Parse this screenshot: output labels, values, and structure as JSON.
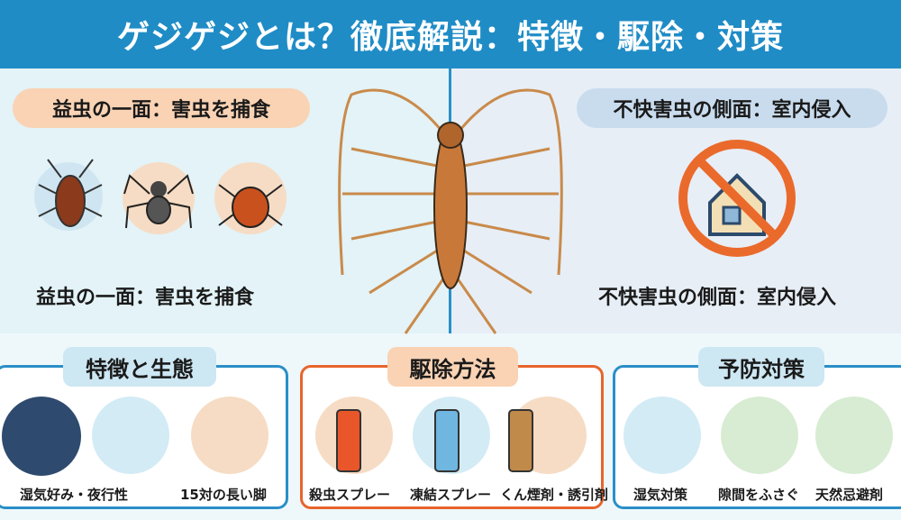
{
  "title": "ゲジゲジとは？徹底解説：特徴・駆除・対策",
  "left": {
    "pill": "益虫の一面：害虫を捕食",
    "caption": "益虫の一面：害虫を捕食"
  },
  "right": {
    "pill": "不快害虫の側面：室内侵入",
    "caption": "不快害虫の側面：室内侵入"
  },
  "sections": [
    {
      "title": "特徴と生態",
      "items": [
        "湿気好み・夜行性",
        "15対の長い脚"
      ]
    },
    {
      "title": "駆除方法",
      "items": [
        "殺虫スプレー",
        "凍結スプレー",
        "くん煙剤・誘引剤"
      ]
    },
    {
      "title": "予防対策",
      "items": [
        "湿気対策",
        "隙間をふさぐ",
        "天然忌避剤"
      ]
    }
  ],
  "colors": {
    "title_bg": "#1f8cc6",
    "orange": "#e8642c",
    "blue": "#2a8fc8"
  }
}
